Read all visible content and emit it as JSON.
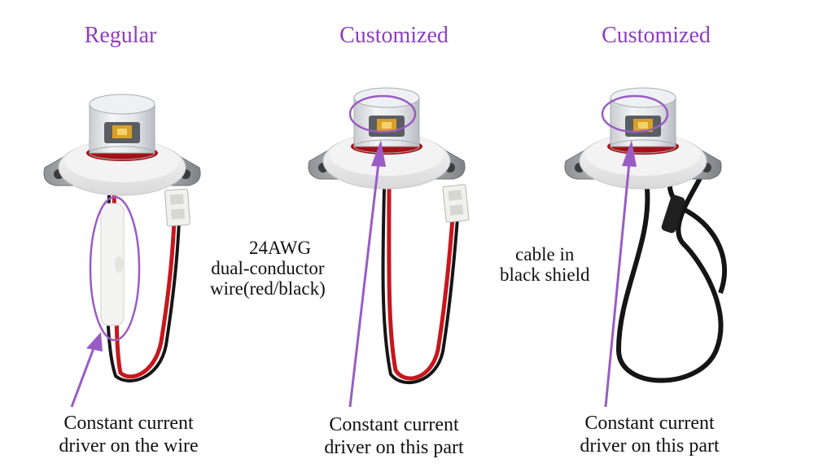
{
  "panels": [
    {
      "heading": "Regular",
      "caption_line1": "Constant current",
      "caption_line2": "driver on the wire"
    },
    {
      "heading": "Customized",
      "caption_line1": "Constant current",
      "caption_line2": "driver on this part",
      "note_line1": "24AWG",
      "note_line2": "dual-conductor",
      "note_line3": "wire(red/black)"
    },
    {
      "heading": "Customized",
      "caption_line1": "Constant current",
      "caption_line2": "driver on this part",
      "note_line1": "cable in",
      "note_line2": "black shield"
    }
  ],
  "colors": {
    "heading": "#8e3ec0",
    "arrow": "#9a5cc4",
    "wire_red": "#c8161d",
    "wire_black": "#151515"
  }
}
